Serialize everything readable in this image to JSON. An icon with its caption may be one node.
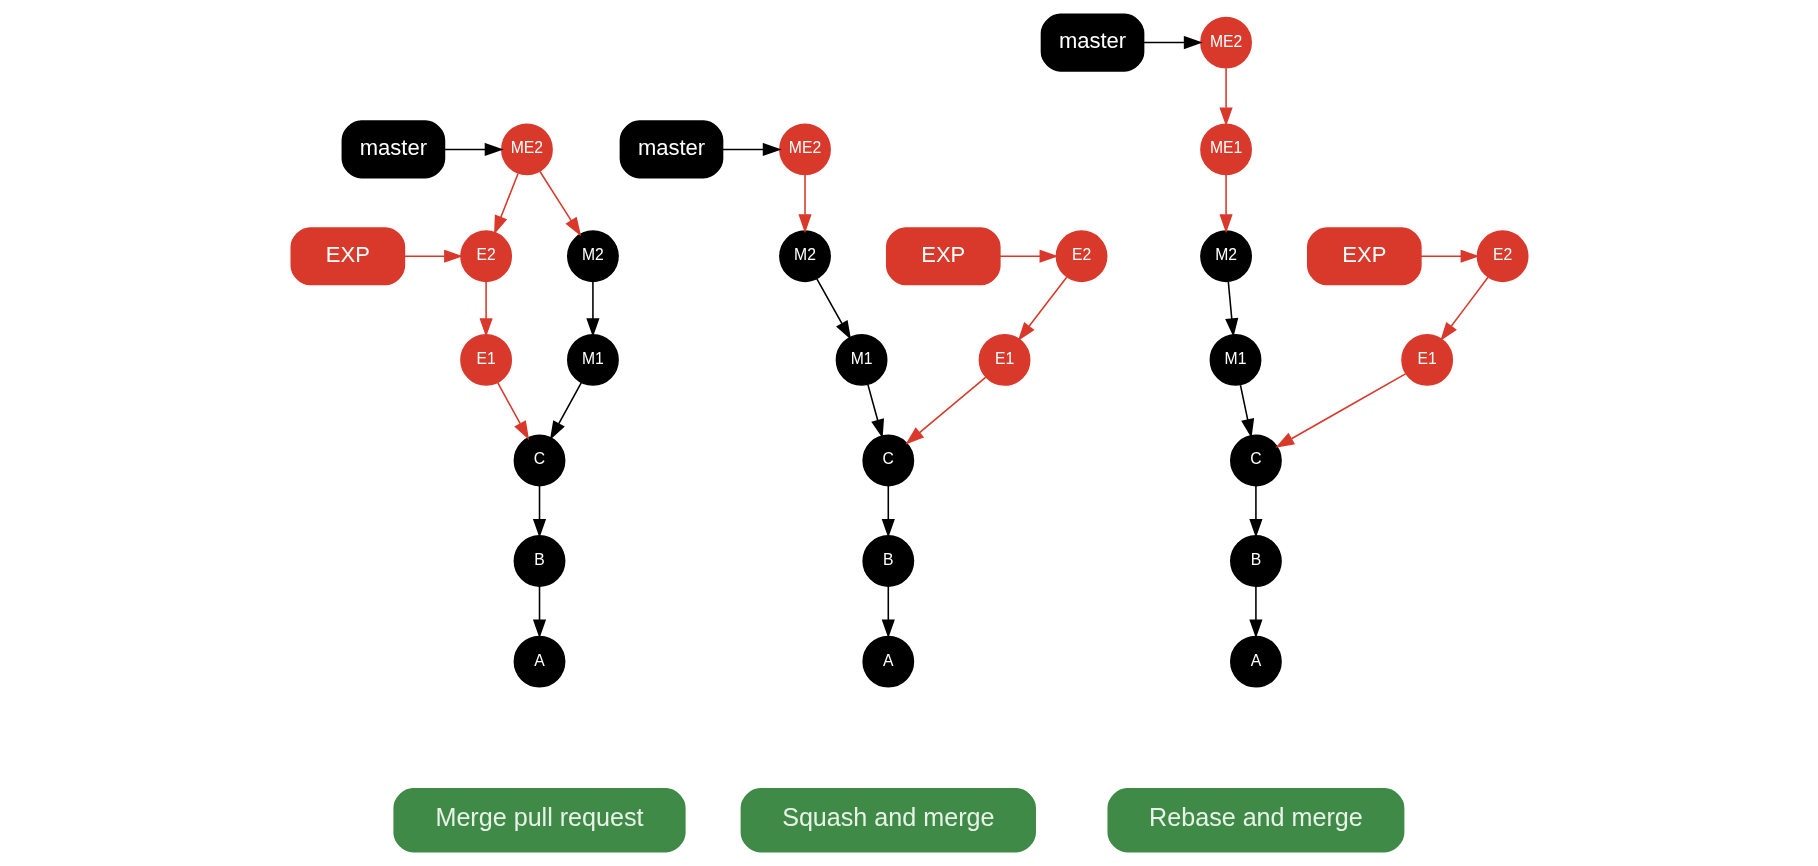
{
  "diagram": {
    "nodes": [
      {
        "text": [
          "ME2"
        ]
      },
      {
        "text": [
          "master"
        ]
      },
      {
        "text": [
          "EXP"
        ]
      },
      {
        "text": [
          "E2"
        ]
      },
      {
        "text": [
          "M2"
        ]
      },
      {
        "text": [
          "E1"
        ]
      },
      {
        "text": [
          "M1"
        ]
      },
      {
        "text": [
          "C"
        ]
      },
      {
        "text": [
          "B"
        ]
      },
      {
        "text": [
          "A"
        ]
      },
      {
        "text": [
          "Merge pull request"
        ]
      },
      {
        "text": [
          "ME2"
        ]
      },
      {
        "text": [
          "master"
        ]
      },
      {
        "text": [
          "EXP"
        ]
      },
      {
        "text": [
          "E2"
        ]
      },
      {
        "text": [
          "M2"
        ]
      },
      {
        "text": [
          "E1"
        ]
      },
      {
        "text": [
          "M1"
        ]
      },
      {
        "text": [
          "C"
        ]
      },
      {
        "text": [
          "B"
        ]
      },
      {
        "text": [
          "A"
        ]
      },
      {
        "text": [
          "Squash and merge"
        ]
      },
      {
        "text": [
          "ME2"
        ]
      },
      {
        "text": [
          "master"
        ]
      },
      {
        "text": [
          "ME1"
        ]
      },
      {
        "text": [
          "EXP"
        ]
      },
      {
        "text": [
          "E2"
        ]
      },
      {
        "text": [
          "M2"
        ]
      },
      {
        "text": [
          "E1"
        ]
      },
      {
        "text": [
          "M1"
        ]
      },
      {
        "text": [
          "C"
        ]
      },
      {
        "text": [
          "B"
        ]
      },
      {
        "text": [
          "A"
        ]
      },
      {
        "text": [
          "Rebase and merge"
        ]
      }
    ],
    "edges": [
      {
        "from": 1,
        "to": 0,
        "arrow": "to"
      },
      {
        "from": 0,
        "to": 3,
        "arrow": "to",
        "color": "#d9392b"
      },
      {
        "from": 0,
        "to": 4,
        "arrow": "to",
        "color": "#d9392b"
      },
      {
        "from": 2,
        "to": 3,
        "arrow": "to",
        "color": "#d9392b"
      },
      {
        "from": 3,
        "to": 5,
        "arrow": "to",
        "color": "#d9392b"
      },
      {
        "from": 4,
        "to": 6,
        "arrow": "to"
      },
      {
        "from": 5,
        "to": 7,
        "arrow": "to",
        "color": "#d9392b"
      },
      {
        "from": 6,
        "to": 7,
        "arrow": "to"
      },
      {
        "from": 7,
        "to": 8,
        "arrow": "to"
      },
      {
        "from": 8,
        "to": 9,
        "arrow": "to"
      },
      {
        "from": 12,
        "to": 11,
        "arrow": "to"
      },
      {
        "from": 11,
        "to": 15,
        "arrow": "to",
        "color": "#d9392b"
      },
      {
        "from": 13,
        "to": 14,
        "arrow": "to",
        "color": "#d9392b"
      },
      {
        "from": 14,
        "to": 16,
        "arrow": "to",
        "color": "#d9392b"
      },
      {
        "from": 15,
        "to": 17,
        "arrow": "to"
      },
      {
        "from": 16,
        "to": 18,
        "arrow": "to",
        "color": "#d9392b"
      },
      {
        "from": 17,
        "to": 18,
        "arrow": "to"
      },
      {
        "from": 18,
        "to": 19,
        "arrow": "to"
      },
      {
        "from": 19,
        "to": 20,
        "arrow": "to"
      },
      {
        "from": 23,
        "to": 22,
        "arrow": "to"
      },
      {
        "from": 22,
        "to": 24,
        "arrow": "to",
        "color": "#d9392b"
      },
      {
        "from": 24,
        "to": 27,
        "arrow": "to",
        "color": "#d9392b"
      },
      {
        "from": 25,
        "to": 26,
        "arrow": "to",
        "color": "#d9392b"
      },
      {
        "from": 26,
        "to": 28,
        "arrow": "to",
        "color": "#d9392b"
      },
      {
        "from": 27,
        "to": 29,
        "arrow": "to"
      },
      {
        "from": 28,
        "to": 30,
        "arrow": "to",
        "color": "#d9392b"
      },
      {
        "from": 29,
        "to": 30,
        "arrow": "to"
      },
      {
        "from": 30,
        "to": 31,
        "arrow": "to"
      },
      {
        "from": 31,
        "to": 32,
        "arrow": "to"
      }
    ]
  }
}
